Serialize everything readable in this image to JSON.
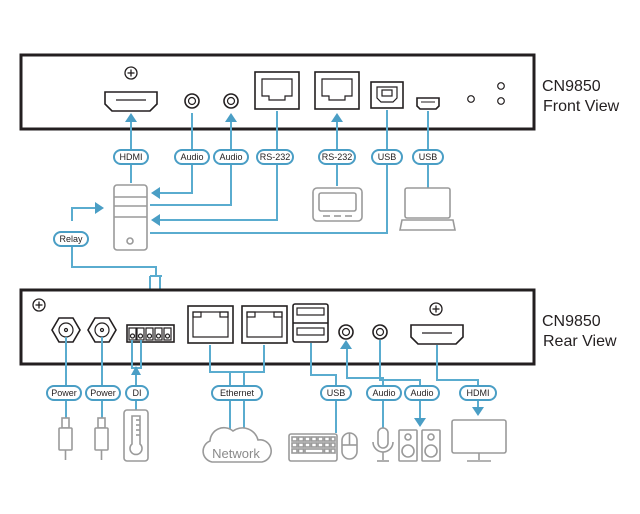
{
  "colors": {
    "wire": "#5aaccf",
    "arrow": "#4a9ec5",
    "frame": "#231f20",
    "device": "#9a9a9a"
  },
  "front": {
    "title_model": "CN9850",
    "title_view": "Front View",
    "tags": {
      "hdmi": "HDMI",
      "audio1": "Audio",
      "audio2": "Audio",
      "rs232_1": "RS-232",
      "rs232_2": "RS-232",
      "usb1": "USB",
      "usb2": "USB"
    },
    "devices": [
      "computer-tower",
      "serial-console",
      "laptop"
    ]
  },
  "relay": {
    "tag": "Relay"
  },
  "rear": {
    "title_model": "CN9850",
    "title_view": "Rear View",
    "tags": {
      "power1": "Power",
      "power2": "Power",
      "di": "DI",
      "ethernet": "Ethernet",
      "usb": "USB",
      "audio1": "Audio",
      "audio2": "Audio",
      "hdmi": "HDMI"
    },
    "network_label": "Network",
    "devices": [
      "power-adapter",
      "power-adapter",
      "thermometer-sensor",
      "network-cloud",
      "keyboard",
      "mouse",
      "microphone",
      "speakers",
      "monitor"
    ]
  }
}
